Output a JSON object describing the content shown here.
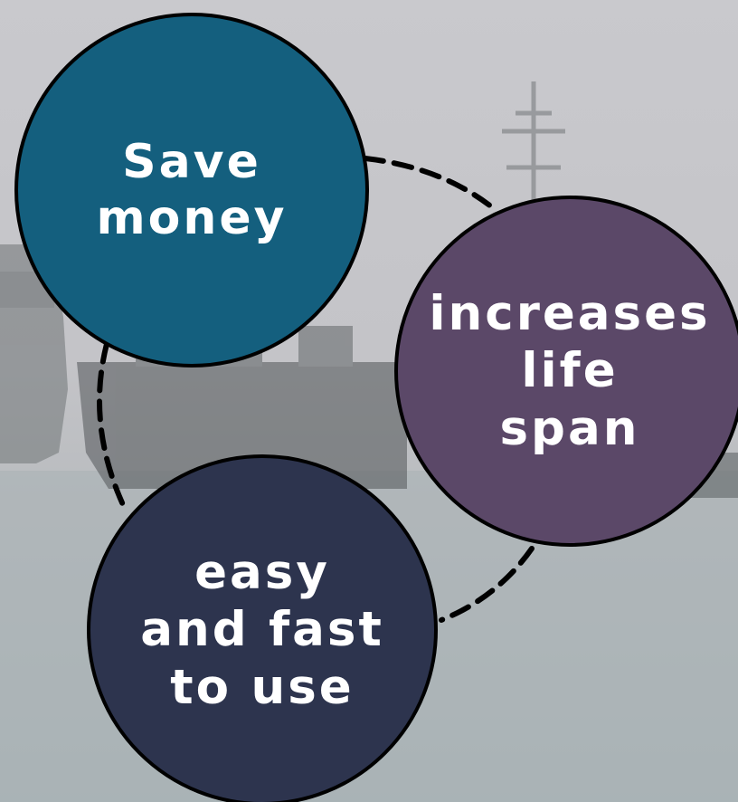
{
  "diagram": {
    "nodes": [
      {
        "id": "save",
        "label": "Save\nmoney",
        "color": "#145f7e"
      },
      {
        "id": "life",
        "label": "increases\nlife\nspan",
        "color": "#5b4868"
      },
      {
        "id": "easy",
        "label": "easy\nand fast\nto use",
        "color": "#2d344e"
      }
    ],
    "connector_style": "dashed",
    "connector_color": "#000000"
  },
  "background": {
    "description_icon": "ship-photo-background",
    "sky_color": "#c6c6ca",
    "water_color": "#a9b4b6"
  }
}
